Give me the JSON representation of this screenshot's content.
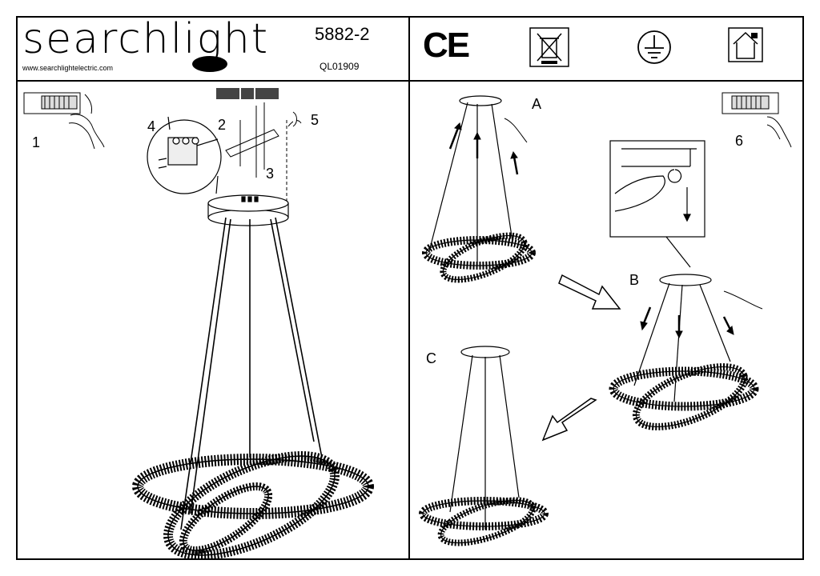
{
  "header": {
    "brand": "searchlight",
    "website": "www.searchlightelectric.com",
    "model_number": "5882-2",
    "product_code": "QL01909",
    "ce_mark": "CE"
  },
  "icons": [
    "ce-mark-icon",
    "weee-bin-icon",
    "earth-ground-icon",
    "indoor-use-icon"
  ],
  "steps": {
    "s1": "1",
    "s2": "2",
    "s3": "3",
    "s4": "4",
    "s5": "5",
    "s6": "6",
    "a": "A",
    "b": "B",
    "c": "C"
  }
}
